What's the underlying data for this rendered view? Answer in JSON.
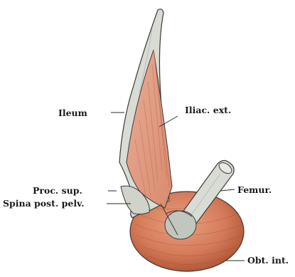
{
  "figure": {
    "labels": {
      "ileum": "Ileum",
      "iliac_ext": "Iliac. ext.",
      "proc_sup": "Proc. sup.",
      "femur": "Femur.",
      "spina": "Spina post. pelv.",
      "obt_int": "Obt. int."
    },
    "colors": {
      "muscle": "#e3a088",
      "muscle_dark": "#c9785f",
      "bone": "#d9dcd4",
      "bone_shade": "#b9beb5",
      "outline": "#3a3a3a",
      "obturator": "#d57a58",
      "obturator_dark": "#a9512f"
    }
  }
}
